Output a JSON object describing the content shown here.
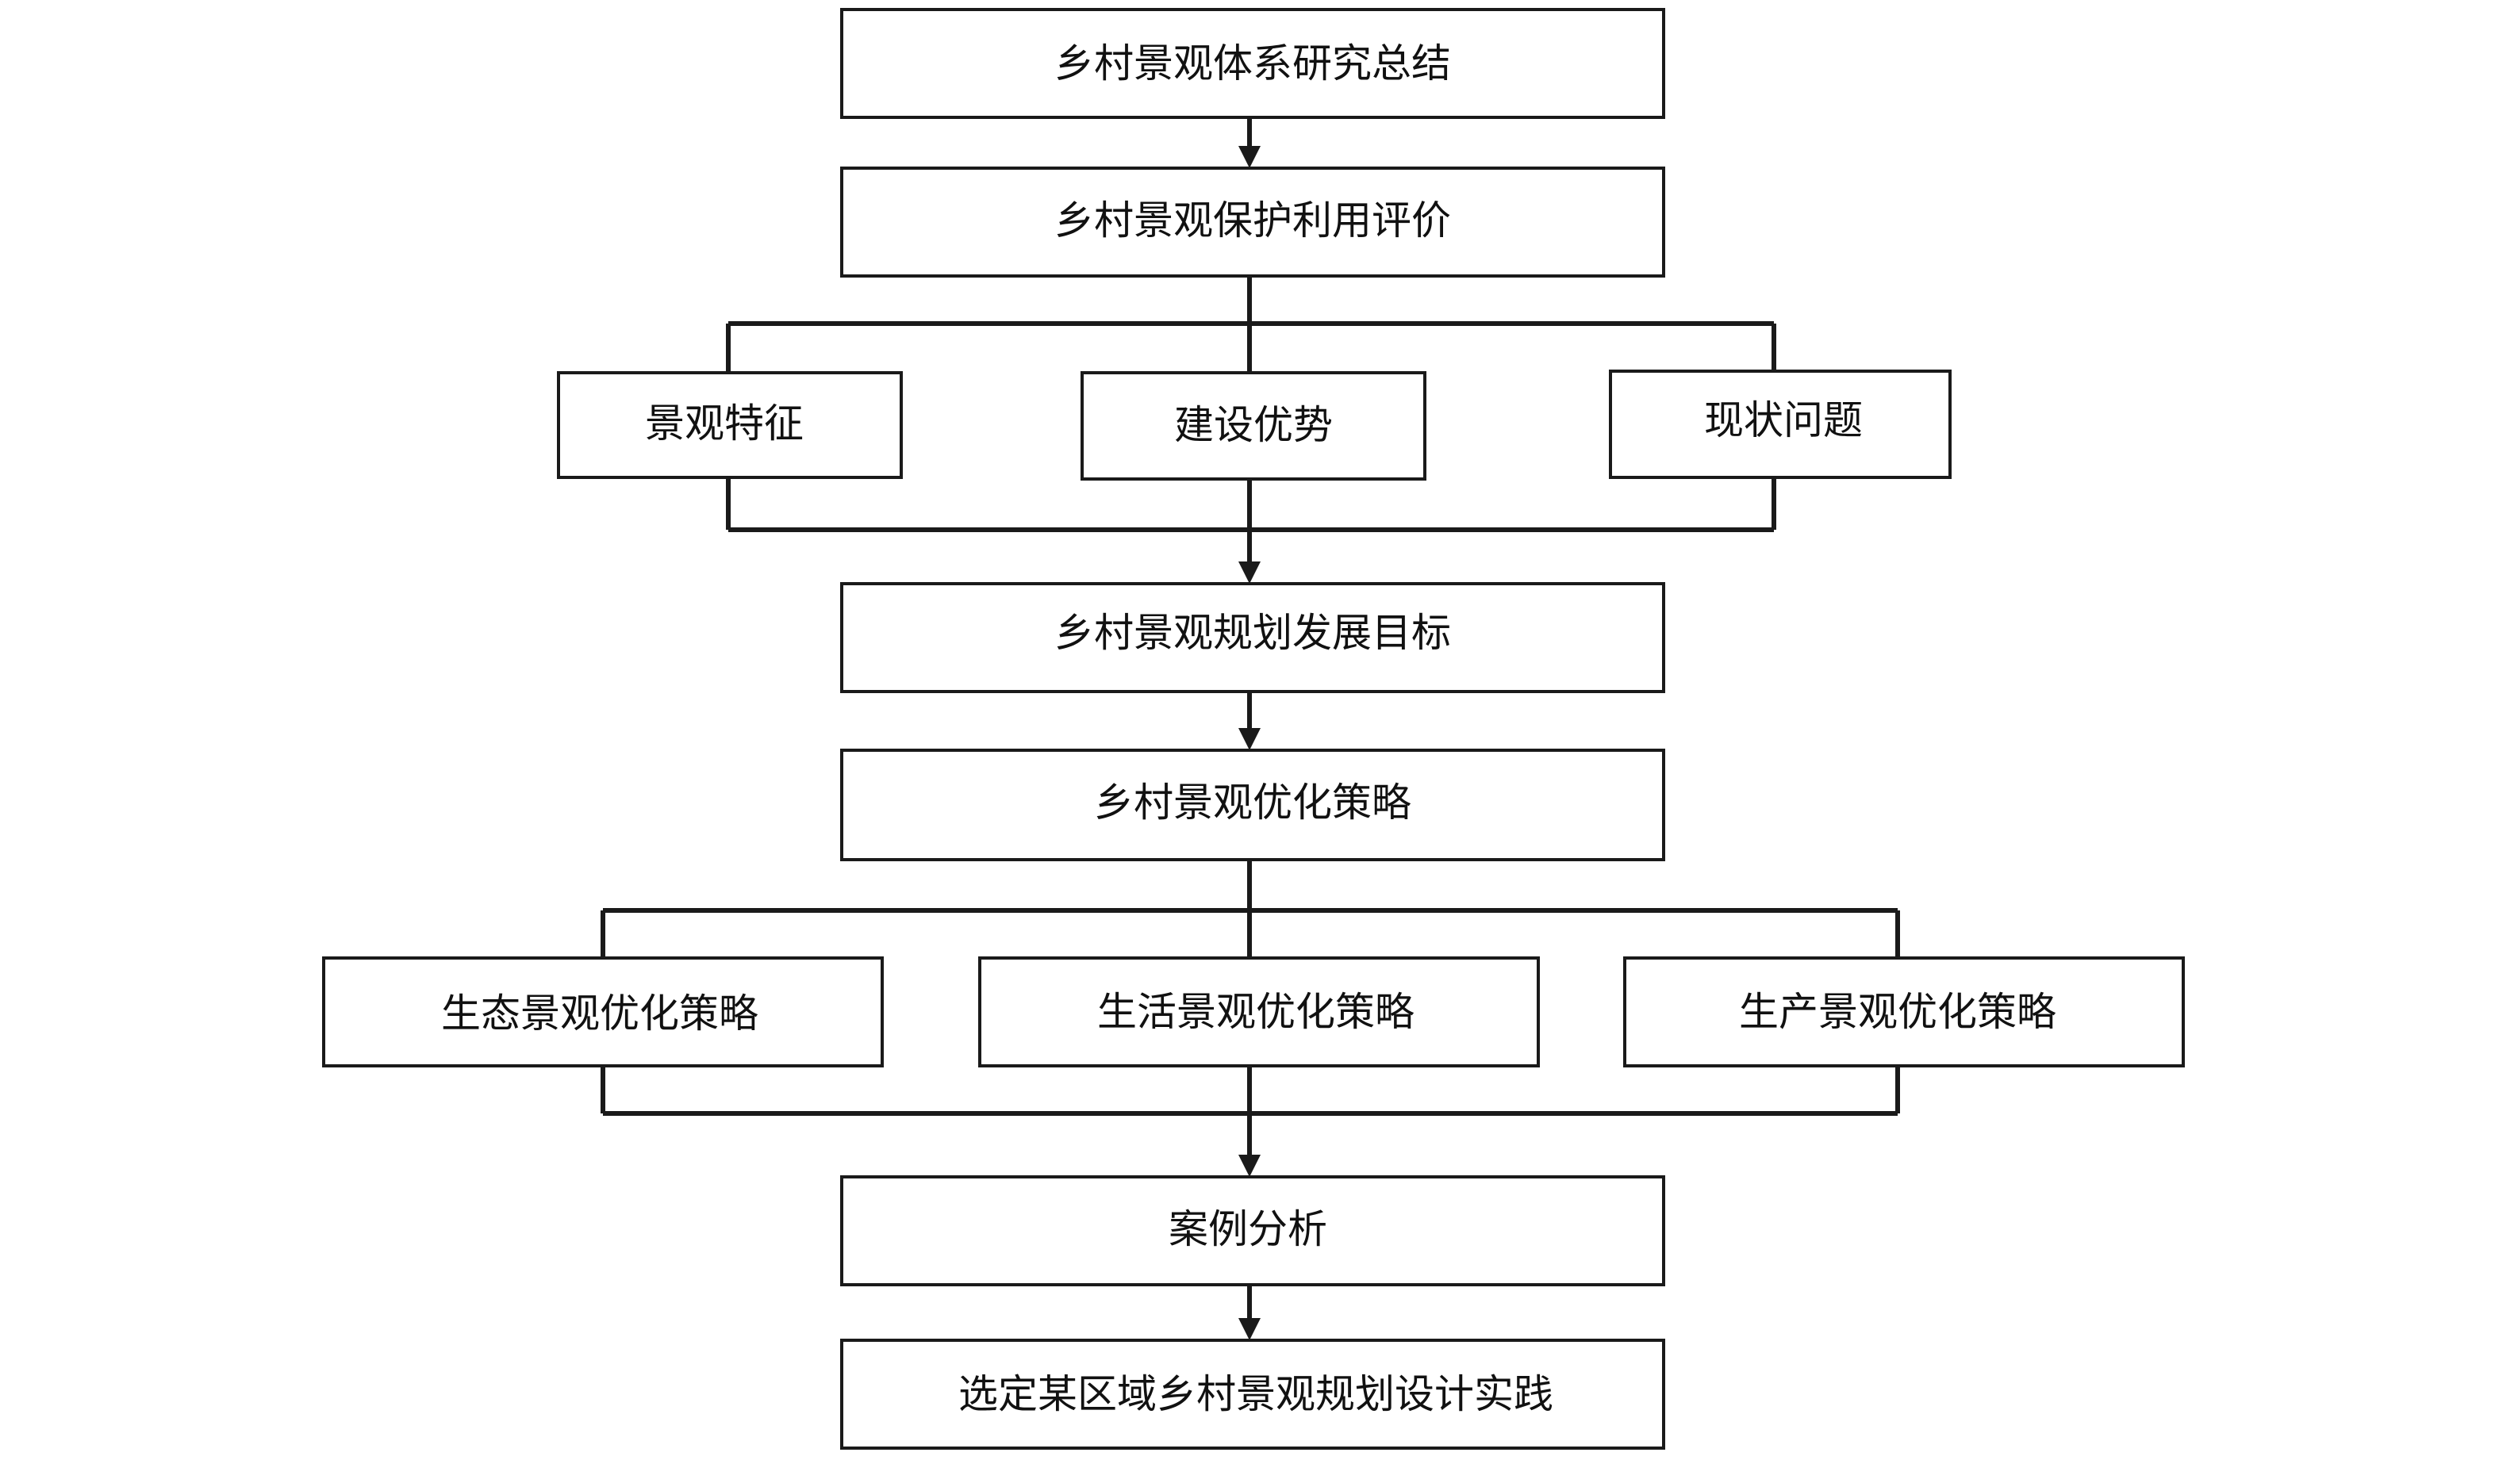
{
  "diagram": {
    "nodes": {
      "summary": "乡村景观体系研究总结",
      "evaluation": "乡村景观保护利用评价",
      "features": "景观特征",
      "advantages": "建设优势",
      "problems": "现状问题",
      "goals": "乡村景观规划发展目标",
      "strategy": "乡村景观优化策略",
      "eco_strategy": "生态景观优化策略",
      "life_strategy": "生活景观优化策略",
      "prod_strategy": "生产景观优化策略",
      "case": "案例分析",
      "practice": "选定某区域乡村景观规划设计实践"
    },
    "colors": {
      "line": "#1a1a1a",
      "box_fill": "#ffffff",
      "text": "#111111"
    }
  }
}
